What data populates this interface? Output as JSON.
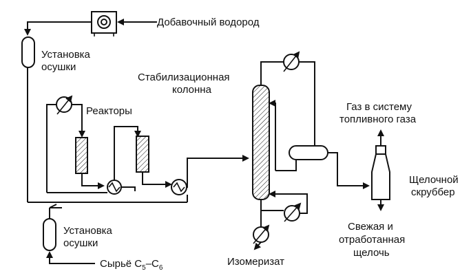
{
  "labels": {
    "makeup_hydrogen": "Добавочный водород",
    "dryer_top_1": "Установка",
    "dryer_top_2": "осушки",
    "stabilizer_1": "Стабилизационная",
    "stabilizer_2": "колонна",
    "reactors": "Реакторы",
    "fuel_gas_1": "Газ в систему",
    "fuel_gas_2": "топливного газа",
    "scrubber_1": "Щелочной",
    "scrubber_2": "скруббер",
    "dryer_bottom_1": "Установка",
    "dryer_bottom_2": "осушки",
    "feed_prefix": "Сырьё C",
    "feed_sub_1": "5",
    "feed_dash": "–C",
    "feed_sub_2": "6",
    "caustic_1": "Свежая и",
    "caustic_2": "отработанная",
    "caustic_3": "щелочь",
    "isomerate": "Изомеризат"
  },
  "colors": {
    "line": "#111111",
    "background": "#ffffff"
  }
}
